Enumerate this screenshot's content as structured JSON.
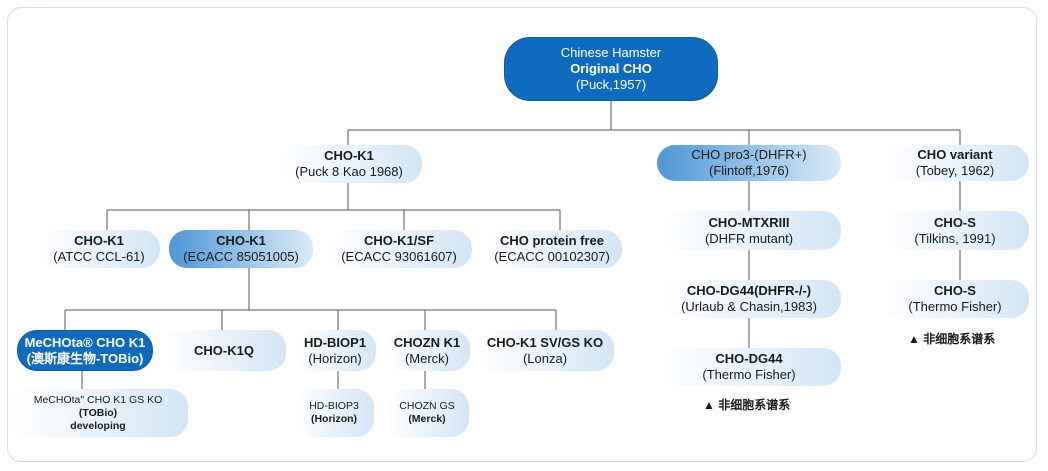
{
  "root": {
    "line1": "Chinese Hamster",
    "line2": "Original CHO",
    "line3": "(Puck,1957)"
  },
  "k1": {
    "title": "CHO-K1",
    "sub": "(Puck 8 Kao 1968)"
  },
  "pro3": {
    "title": "CHO pro3-(DHFR+)",
    "sub": "(Flintoff,1976)"
  },
  "variant": {
    "title": "CHO variant",
    "sub": "(Tobey, 1962)"
  },
  "atcc": {
    "title": "CHO-K1",
    "sub": "(ATCC CCL-61)"
  },
  "ecacc": {
    "title": "CHO-K1",
    "sub": "(ECACC 85051005)"
  },
  "k1sf": {
    "title": "CHO-K1/SF",
    "sub": "(ECACC 93061607)"
  },
  "pfree": {
    "title": "CHO protein free",
    "sub": "(ECACC 00102307)"
  },
  "mechota": {
    "title": "MeCHOta® CHO K1",
    "sub": "(澳斯康生物-TOBio)"
  },
  "k1q": {
    "title": "CHO-K1Q"
  },
  "hdbiop1": {
    "title": "HD-BIOP1",
    "sub": "(Horizon)"
  },
  "chozn": {
    "title": "CHOZN K1",
    "sub": "(Merck)"
  },
  "svgs": {
    "title": "CHO-K1 SV/GS KO",
    "sub": "(Lonza)"
  },
  "gsko": {
    "line1": "MeCHOta\" CHO K1 GS KO",
    "line2": "(TOBio)",
    "line3": "developing"
  },
  "hdbiop3": {
    "line1": "HD-BIOP3",
    "line2": "(Horizon)"
  },
  "choznGs": {
    "line1": "CHOZN GS",
    "line2": "(Merck)"
  },
  "mtx": {
    "title": "CHO-MTXRIII",
    "sub": "(DHFR mutant)"
  },
  "dg44a": {
    "title": "CHO-DG44(DHFR-/-)",
    "sub": "(Urlaub & Chasin,1983)"
  },
  "dg44b": {
    "title": "CHO-DG44",
    "sub": "(Thermo Fisher)"
  },
  "chos1": {
    "title": "CHO-S",
    "sub": "(Tilkins, 1991)"
  },
  "chos2": {
    "title": "CHO-S",
    "sub": "(Thermo Fisher)"
  },
  "notes": {
    "left": "▲ 非细胞系谱系",
    "right": "▲ 非细胞系谱系"
  },
  "colors": {
    "dark": "#0f6bbd",
    "light": "#d3e6f6",
    "highlight": "#4e97d6",
    "line": "#555555"
  }
}
